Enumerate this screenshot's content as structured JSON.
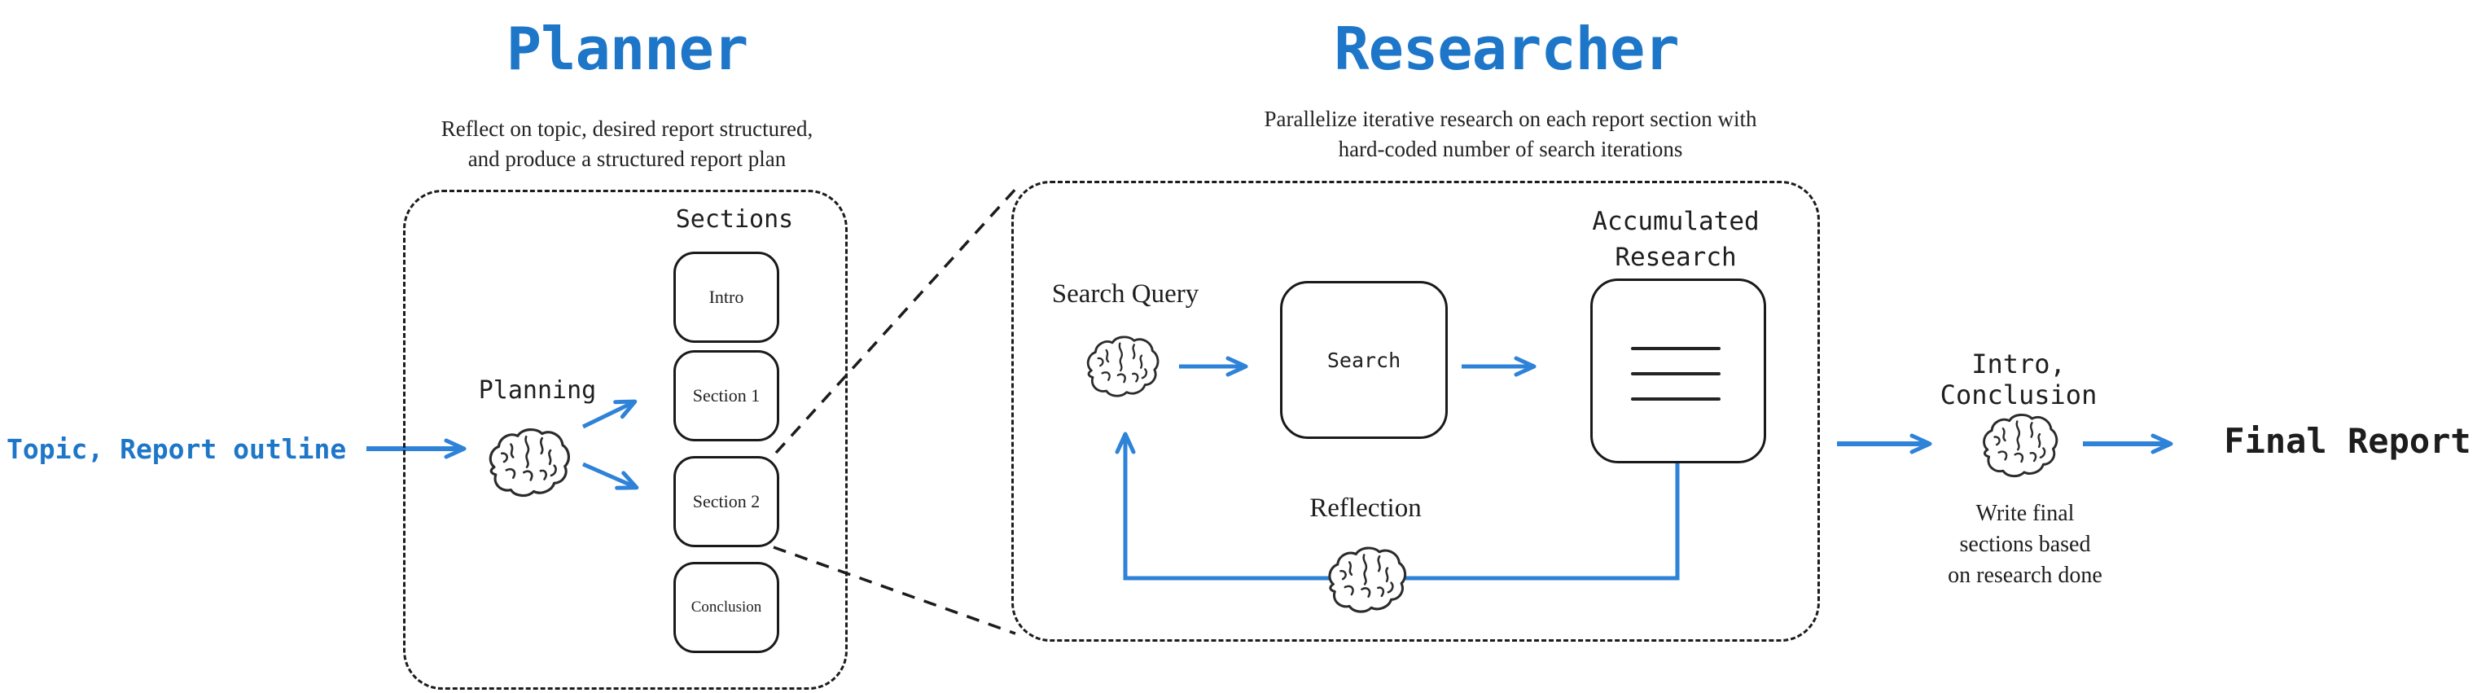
{
  "colors": {
    "accent_blue": "#1d76c8",
    "arrow_blue": "#2e82d8",
    "ink": "#1e1e1e"
  },
  "planner": {
    "title": "Planner",
    "subtitle_line1": "Reflect on topic, desired report structured,",
    "subtitle_line2": "and produce a structured report plan",
    "input_label": "Topic, Report outline",
    "planning_label": "Planning",
    "sections_header": "Sections",
    "sections": [
      "Intro",
      "Section 1",
      "Section 2",
      "Conclusion"
    ]
  },
  "researcher": {
    "title": "Researcher",
    "subtitle_line1": "Parallelize iterative research on each report section with",
    "subtitle_line2": "hard-coded number of search iterations",
    "search_query_label": "Search Query",
    "search_box_label": "Search",
    "accumulated_label_line1": "Accumulated",
    "accumulated_label_line2": "Research",
    "reflection_label": "Reflection"
  },
  "output": {
    "input_label": "Intro, Conclusion",
    "note_line1": "Write final",
    "note_line2": "sections based",
    "note_line3": "on research done",
    "final_label": "Final Report"
  }
}
